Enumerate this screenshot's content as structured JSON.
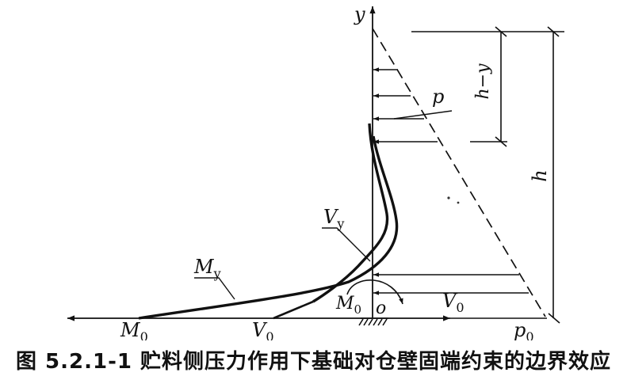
{
  "labels": {
    "y_axis": "y",
    "pressure": "p",
    "h_minus_y": "h−y",
    "h": "h",
    "Vy": {
      "main": "V",
      "sub": "y"
    },
    "My": {
      "main": "M",
      "sub": "y"
    },
    "M0_left": {
      "main": "M",
      "sub": "0"
    },
    "V0_left": {
      "main": "V",
      "sub": "0"
    },
    "M0_origin": {
      "main": "M",
      "sub": "0"
    },
    "origin": "o",
    "V0_right": {
      "main": "V",
      "sub": "0"
    },
    "p0": {
      "main": "p",
      "sub": "0"
    }
  },
  "caption": "图 5.2.1-1  贮料侧压力作用下基础对仓壁固端约束的边界效应"
}
